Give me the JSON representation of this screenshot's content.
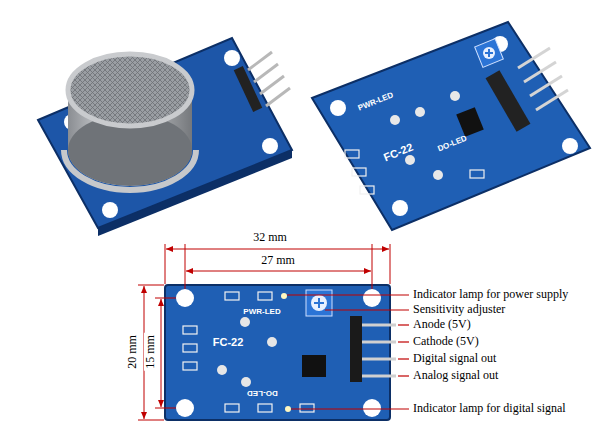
{
  "diagram": {
    "labels": [
      "32 mm",
      "27 mm",
      "20 mm",
      "15 mm",
      "FC-22",
      "PWR-LED",
      "DO-LED",
      "PWR-LED",
      "FC-22",
      "DO-LED",
      "Indicator lamp for power supply",
      "Sensitivity adjuster",
      "Anode (5V)",
      "Cathode (5V)",
      "Digital signal out",
      "Analog signal out",
      "Indicator lamp for digital signal"
    ]
  }
}
